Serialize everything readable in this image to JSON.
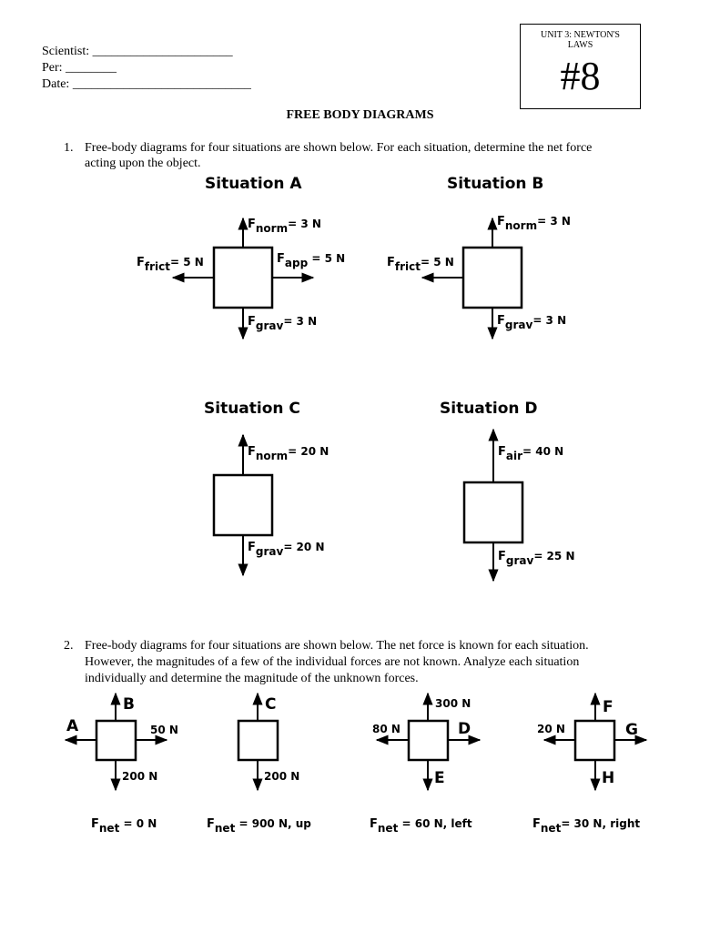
{
  "header": {
    "scientist": "Scientist: ______________________",
    "period": "Per: ________",
    "date": "Date: ____________________________"
  },
  "unit_box": {
    "label": "UNIT 3: NEWTON'S LAWS",
    "number": "#8"
  },
  "title": "FREE BODY DIAGRAMS",
  "question1": {
    "number": "1.",
    "line1": "Free-body diagrams for four situations are shown below. For each situation, determine the net force",
    "line2": "acting upon the object.",
    "situations": {
      "a": {
        "title": "Situation A",
        "up": {
          "sym": "F",
          "sub": "norm",
          "val": "= 3 N"
        },
        "left": {
          "sym": "F",
          "sub": "frict",
          "val": "= 5 N"
        },
        "right": {
          "sym": "F",
          "sub": "app",
          "val": " = 5 N"
        },
        "down": {
          "sym": "F",
          "sub": "grav",
          "val": "= 3 N"
        }
      },
      "b": {
        "title": "Situation B",
        "up": {
          "sym": "F",
          "sub": "norm",
          "val": "= 3 N"
        },
        "left": {
          "sym": "F",
          "sub": "frict",
          "val": "= 5 N"
        },
        "down": {
          "sym": "F",
          "sub": "grav",
          "val": "= 3 N"
        }
      },
      "c": {
        "title": "Situation C",
        "up": {
          "sym": "F",
          "sub": "norm",
          "val": "= 20 N"
        },
        "down": {
          "sym": "F",
          "sub": "grav",
          "val": "= 20 N"
        }
      },
      "d": {
        "title": "Situation D",
        "up": {
          "sym": "F",
          "sub": "air",
          "val": "= 40 N"
        },
        "down": {
          "sym": "F",
          "sub": "grav",
          "val": "= 25 N"
        }
      }
    }
  },
  "question2": {
    "number": "2.",
    "line1": "Free-body diagrams for four situations are shown below. The net force is known for each situation.",
    "line2": "However, the magnitudes of a few of the individual forces are not known. Analyze each situation",
    "line3": "individually and determine the magnitude of the unknown forces.",
    "diagrams": {
      "d1": {
        "up": "B",
        "left": "A",
        "right": "50 N",
        "down": "200 N",
        "net_sym": "F",
        "net_sub": "net",
        "net_val": " = 0 N"
      },
      "d2": {
        "up": "C",
        "down": "200 N",
        "net_sym": "F",
        "net_sub": "net",
        "net_val": " = 900 N, up"
      },
      "d3": {
        "up": "300 N",
        "left": "80 N",
        "right": "D",
        "down": "E",
        "net_sym": "F",
        "net_sub": "net",
        "net_val": " = 60 N, left"
      },
      "d4": {
        "up": "F",
        "left": "20 N",
        "right": "G",
        "down": "H",
        "net_sym": "F",
        "net_sub": "net",
        "net_val": "= 30 N, right"
      }
    }
  }
}
